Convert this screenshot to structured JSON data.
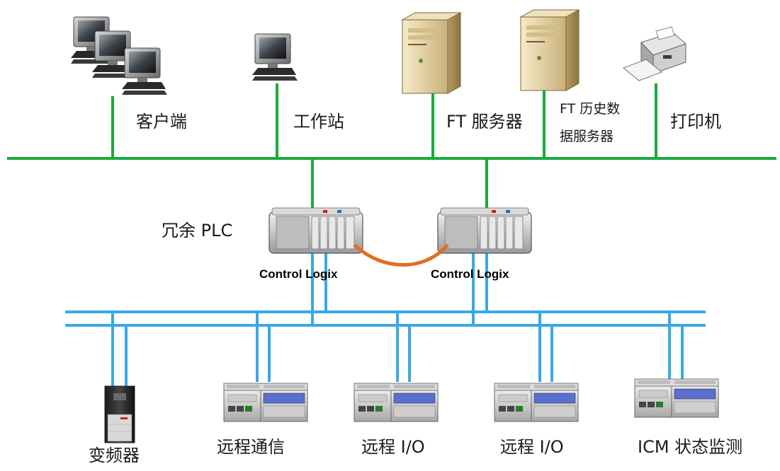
{
  "top_nodes": {
    "clients": "客户端",
    "workstation": "工作站",
    "ft_server": "FT 服务器",
    "ft_history_line1": "FT 历史数",
    "ft_history_line2": "据服务器",
    "printer": "打印机"
  },
  "plc": {
    "label": "冗余 PLC",
    "left_name": "Control Logix",
    "right_name": "Control Logix"
  },
  "bottom_nodes": {
    "vfd": "变频器",
    "remote_comm": "远程通信",
    "remote_io_1": "远程 I/O",
    "remote_io_2": "远程 I/O",
    "icm": "ICM 状态监测"
  },
  "colors": {
    "ethernet": "#1aaa3a",
    "fieldbus": "#3aa8e8",
    "redundancy_link": "#e07020",
    "server_body": "#e8d6a6"
  },
  "icons": [
    "desktop-computer-icon",
    "tower-server-icon",
    "printer-icon",
    "plc-chassis-icon",
    "io-module-icon",
    "vfd-drive-icon"
  ]
}
